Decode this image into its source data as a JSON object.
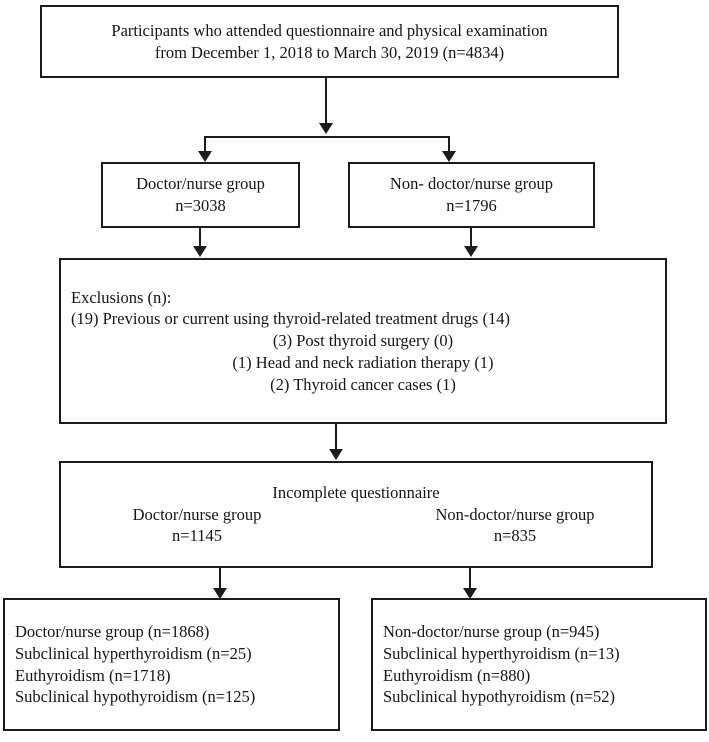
{
  "diagram": {
    "title": "Participant enrollment flow diagram",
    "type": "flowchart",
    "line_color": "#1b1b1b",
    "background": "#ffffff"
  },
  "nodes": {
    "enrollment": {
      "line1": "Participants who attended questionnaire and physical examination",
      "line2": "from December 1, 2018 to March 30, 2019 (n=4834)"
    },
    "doctor_group": {
      "line1": "Doctor/nurse group",
      "line2": "n=3038"
    },
    "non_doctor_group": {
      "line1": "Non- doctor/nurse group",
      "line2": "n=1796"
    },
    "exclusions": {
      "heading": "Exclusions (n):",
      "line1": "(19) Previous or current using thyroid-related treatment drugs (14)",
      "line2": "(3) Post thyroid surgery (0)",
      "line3": "(1) Head and neck radiation therapy (1)",
      "line4": "(2) Thyroid cancer cases (1)"
    },
    "incomplete": {
      "heading": "Incomplete questionnaire",
      "left_label": "Doctor/nurse group",
      "left_count": "n=1145",
      "right_label": "Non-doctor/nurse group",
      "right_count": "n=835"
    },
    "final_doctor": {
      "line1": "Doctor/nurse group (n=1868)",
      "line2": "Subclinical hyperthyroidism (n=25)",
      "line3": "Euthyroidism (n=1718)",
      "line4": "Subclinical hypothyroidism (n=125)"
    },
    "final_non_doctor": {
      "line1": "Non-doctor/nurse group (n=945)",
      "line2": "Subclinical hyperthyroidism (n=13)",
      "line3": "Euthyroidism (n=880)",
      "line4": "Subclinical hypothyroidism (n=52)"
    }
  }
}
